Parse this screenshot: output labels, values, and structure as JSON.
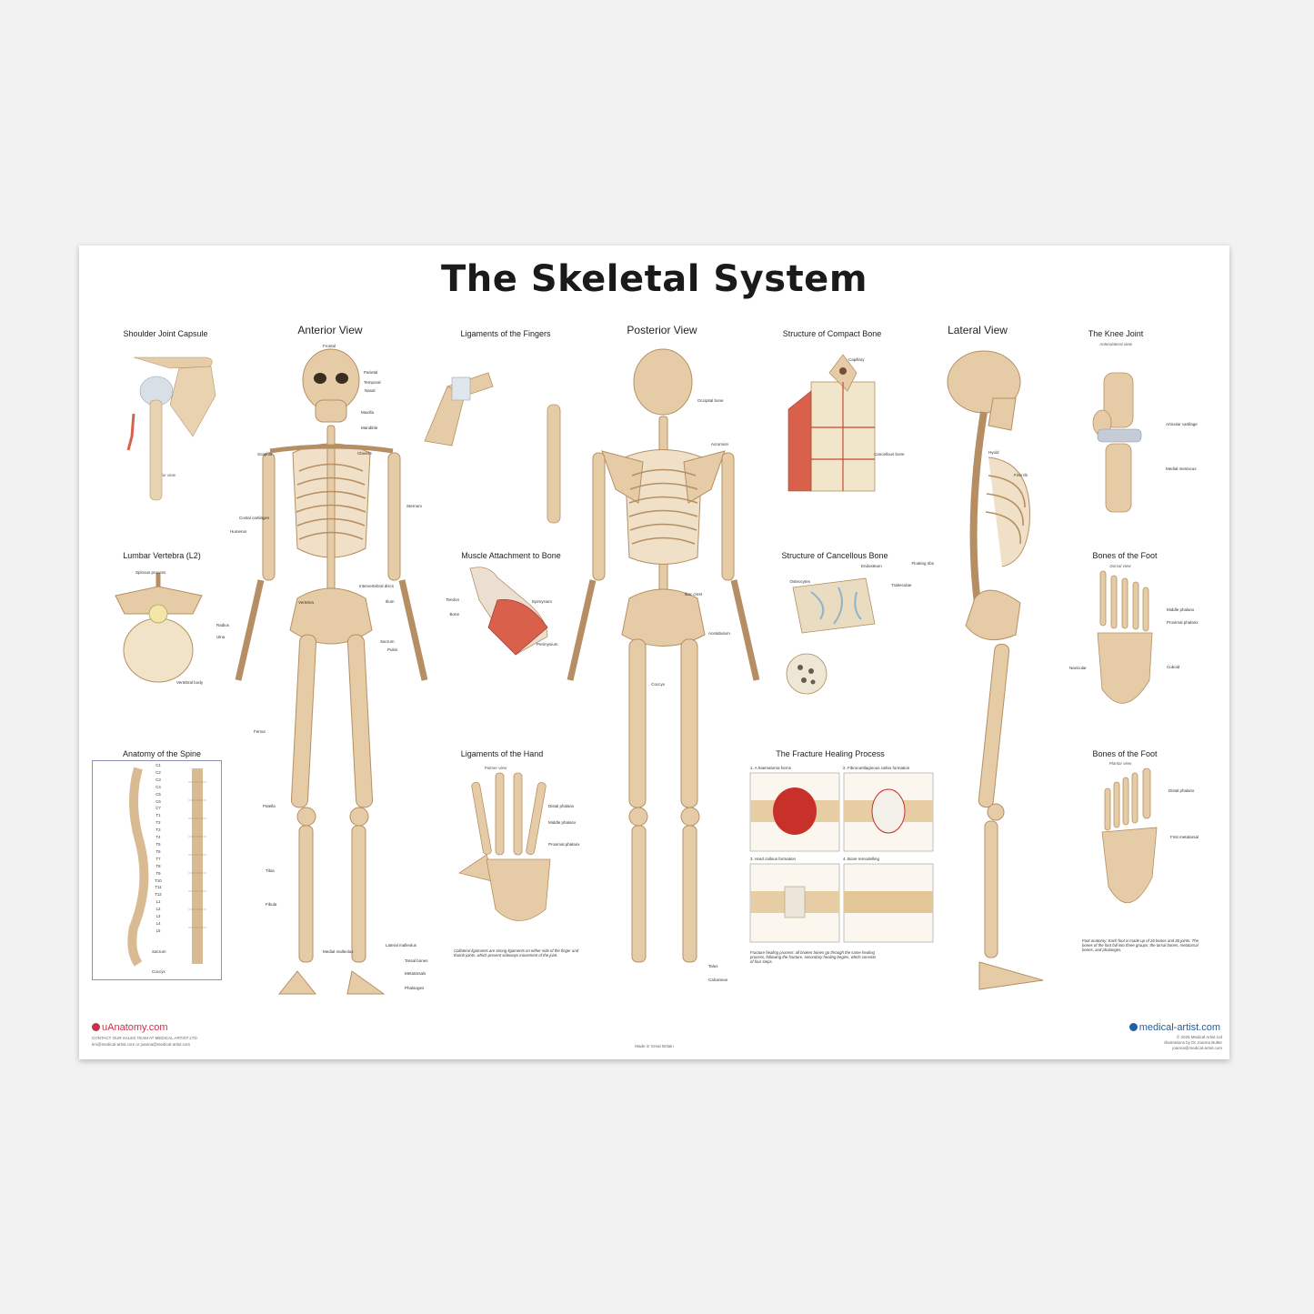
{
  "poster": {
    "title": "The Skeletal System",
    "panels": {
      "shoulder": "Shoulder Joint Capsule",
      "anterior": "Anterior View",
      "fingers": "Ligaments of the Fingers",
      "posterior": "Posterior View",
      "compact": "Structure of Compact Bone",
      "lateral": "Lateral View",
      "knee": "The Knee Joint",
      "lumbar": "Lumbar Vertebra (L2)",
      "muscle": "Muscle Attachment to Bone",
      "cancellous": "Structure of Cancellous Bone",
      "foot_dorsal": "Bones of the Foot",
      "spine": "Anatomy of the Spine",
      "hand": "Ligaments of the Hand",
      "fracture": "The Fracture Healing Process",
      "foot_plantar": "Bones of the Foot"
    },
    "subtitles": {
      "shoulder_view": "Anterior view",
      "knee_view": "Anterolateral view",
      "foot_dorsal_view": "Dorsal view",
      "foot_plantar_view": "Plantar view",
      "hand_view": "Palmer view"
    },
    "labels": {
      "frontal": "Frontal",
      "parietal": "Parietal",
      "temporal": "Temporal",
      "nasal": "Nasal",
      "maxilla": "Maxilla",
      "mandible": "Mandible",
      "clavicle": "Clavicle",
      "scapula": "Scapula",
      "sternum": "Sternum",
      "humerus": "Humerus",
      "radius": "Radius",
      "ulna": "Ulna",
      "ilium": "Ilium",
      "sacrum": "Sacrum",
      "pubis": "Pubis",
      "femur": "Femur",
      "patella": "Patella",
      "tibia": "Tibia",
      "fibula": "Fibula",
      "vertebra": "Vertebra",
      "coccyx": "Coccyx",
      "phalanges": "Phalanges",
      "tarsal_bones": "Tarsal bones",
      "metatarsals": "Metatarsals",
      "acromion": "Acromion",
      "costal_cartilages": "Costal cartilages",
      "intervertebral_discs": "Intervertebral discs",
      "iliac_crest": "Iliac crest",
      "occipital_bone": "Occipital bone",
      "talus": "Talus",
      "calcaneus": "Calcaneus",
      "acetabulum": "Acetabulum",
      "hyoid": "Hyoid",
      "first_rib": "First rib",
      "floating_ribs": "Floating ribs",
      "lateral_malleolus": "Lateral malleolus",
      "medial_malleolus": "Medial malleolus",
      "capillary": "Capillary",
      "cancellous_bone": "Cancellous bone",
      "osteocytes": "Osteocytes",
      "endosteum": "Endosteum",
      "trabeculae": "Trabeculae",
      "spinous_process": "Spinous process",
      "vertebral_body": "Vertebral body",
      "articular_cartilage": "Articular cartilage",
      "medial_meniscus": "Medial meniscus",
      "epimysium": "Epimysium",
      "perimysium": "Perimysium",
      "tendon": "Tendon",
      "bone": "Bone",
      "distal_phalanx": "Distal phalanx",
      "middle_phalanx": "Middle phalanx",
      "proximal_phalanx": "Proximal phalanx",
      "first_metatarsal": "First metatarsal",
      "cuboid": "Cuboid",
      "navicular": "Navicular",
      "sacrum_spine": "Sacrum",
      "coccyx_spine": "Coccyx",
      "fracture_1": "1. A haematoma forms",
      "fracture_2": "2. Fibrocartilaginous callus formation",
      "fracture_3": "3. Hard callous formation",
      "fracture_4": "4. Bone remodelling"
    },
    "spine_levels": [
      "C1",
      "C2",
      "C3",
      "C4",
      "C5",
      "C6",
      "C7",
      "T1",
      "T2",
      "T3",
      "T4",
      "T5",
      "T6",
      "T7",
      "T8",
      "T9",
      "T10",
      "T11",
      "T12",
      "L1",
      "L2",
      "L3",
      "L4",
      "L5"
    ],
    "notes": {
      "hand": "Collateral ligaments are strong ligaments on either side of the finger and thumb joints, which prevent sideways movement of the joint.",
      "fracture": "Fracture healing process: all broken bones go through the same healing process, following the fracture, secondary healing begins, which consists of four steps.",
      "foot": "Foot anatomy: Each foot is made up of 26 bones and 30 joints. The bones of the foot fall into three groups: the tarsal bones, metatarsal bones, and phalanges."
    },
    "footer": {
      "left_brand": "uAnatomy.com",
      "left_line1": "CONTACT OUR SALES TEAM AT MEDICAL ARTIST LTD",
      "left_line2": "tim@medical-artist.com or joanna@medical-artist.com",
      "center": "Made in Great Britain",
      "right_brand": "medical-artist.com",
      "right_line1": "© 2025 Medical Artist Ltd",
      "right_line2": "Illustrations by Dr Joanna Butler",
      "right_line3": "joanna@medical-artist.com"
    }
  },
  "colors": {
    "background": "#f2f2f2",
    "poster": "#ffffff",
    "bone": "#e3c9a3",
    "bone_shade": "#c9a57a",
    "muscle": "#d9614c",
    "spine_box": "#8a8fb5",
    "brand_left": "#c8334a",
    "brand_right": "#1f5fa8"
  }
}
